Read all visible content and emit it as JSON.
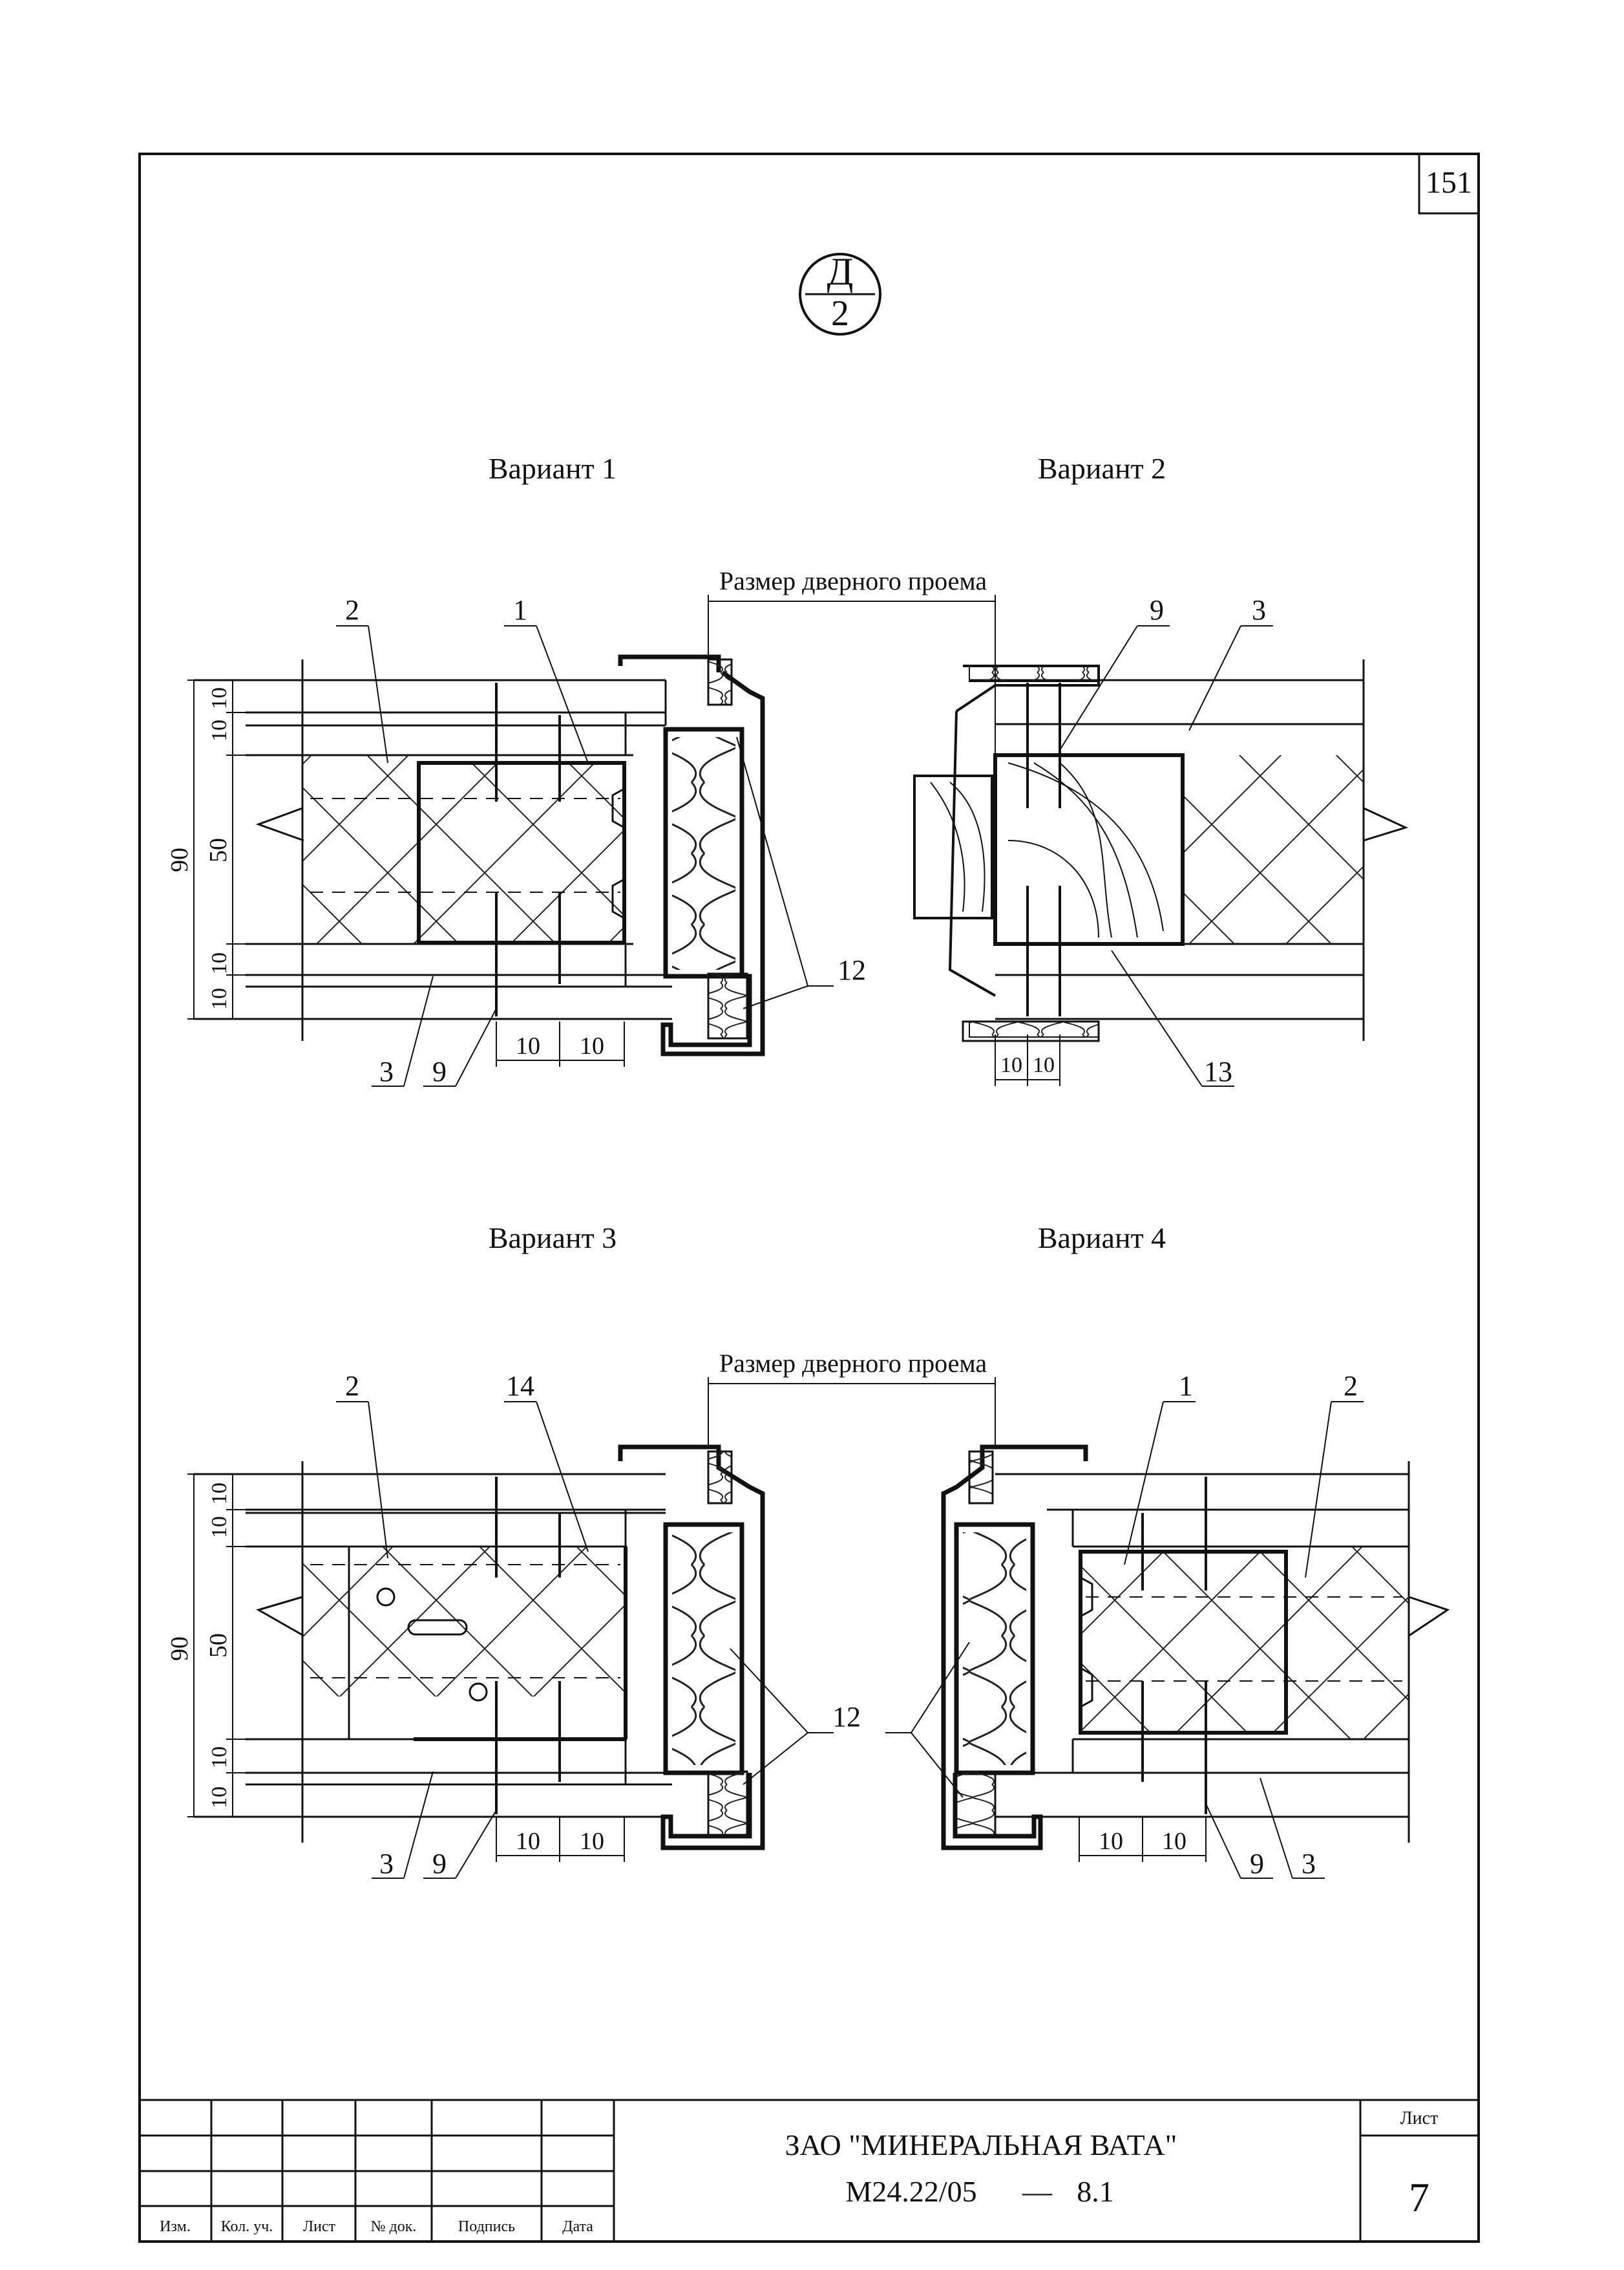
{
  "sheet": {
    "number": "151",
    "section_marker": {
      "top": "Д",
      "bottom": "2"
    }
  },
  "variants": [
    {
      "title": "Вариант 1"
    },
    {
      "title": "Вариант 2"
    },
    {
      "title": "Вариант 3"
    },
    {
      "title": "Вариант 4"
    }
  ],
  "door_opening_label": "Размер дверного проема",
  "dimensions": {
    "total": "90",
    "core": "50",
    "skin": "10",
    "stud": "10"
  },
  "callouts": {
    "v1": [
      "2",
      "1",
      "12",
      "3",
      "9"
    ],
    "v2": [
      "9",
      "3",
      "13"
    ],
    "v3": [
      "2",
      "14",
      "12",
      "3",
      "9"
    ],
    "v4": [
      "1",
      "2",
      "9",
      "3"
    ]
  },
  "title_block": {
    "company": "ЗАО \"МИНЕРАЛЬНАЯ ВАТА\"",
    "doc_code": "М24.22/05",
    "dash": "—",
    "doc_num": "8.1",
    "sheet_label": "Лист",
    "sheet_value": "7",
    "columns": [
      "Изм.",
      "Кол. уч.",
      "Лист",
      "№ док.",
      "Подпись",
      "Дата"
    ]
  }
}
